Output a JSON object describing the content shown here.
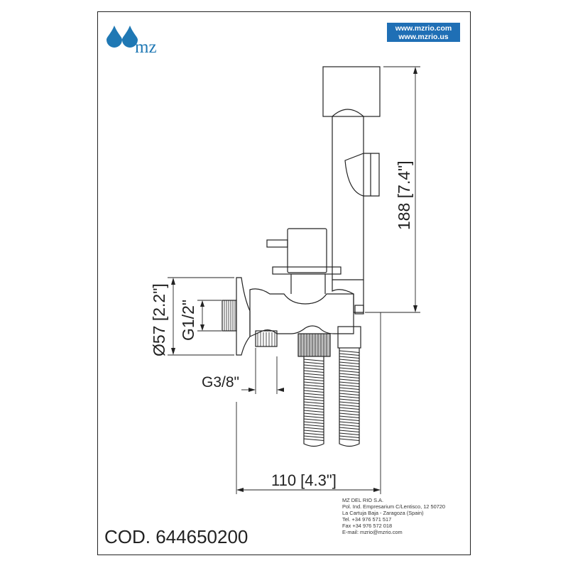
{
  "brand": {
    "logo_text": "mz",
    "color": "#1f78b4"
  },
  "web": {
    "url1": "www.mzrio.com",
    "url2": "www.mzrio.us",
    "bg": "#1f6fb5"
  },
  "dimensions": {
    "height": "188 [7.4\"]",
    "diameter": "Ø57 [2.2\"]",
    "thread_main": "G1/2\"",
    "thread_side": "G3/8\"",
    "width": "110 [4.3\"]"
  },
  "product": {
    "code": "COD. 644650200"
  },
  "company": {
    "name": "MZ DEL RIO S.A.",
    "address1": "Pol. Ind. Empresarium C/Lentisco, 12  50720",
    "address2": "La Cartuja Baja - Zaragoza (Spain)",
    "tel": "Tel. +34 976 571 517",
    "fax": "Fax +34 976 572 018",
    "email": "E-mail: mzrio@mzrio.com"
  }
}
